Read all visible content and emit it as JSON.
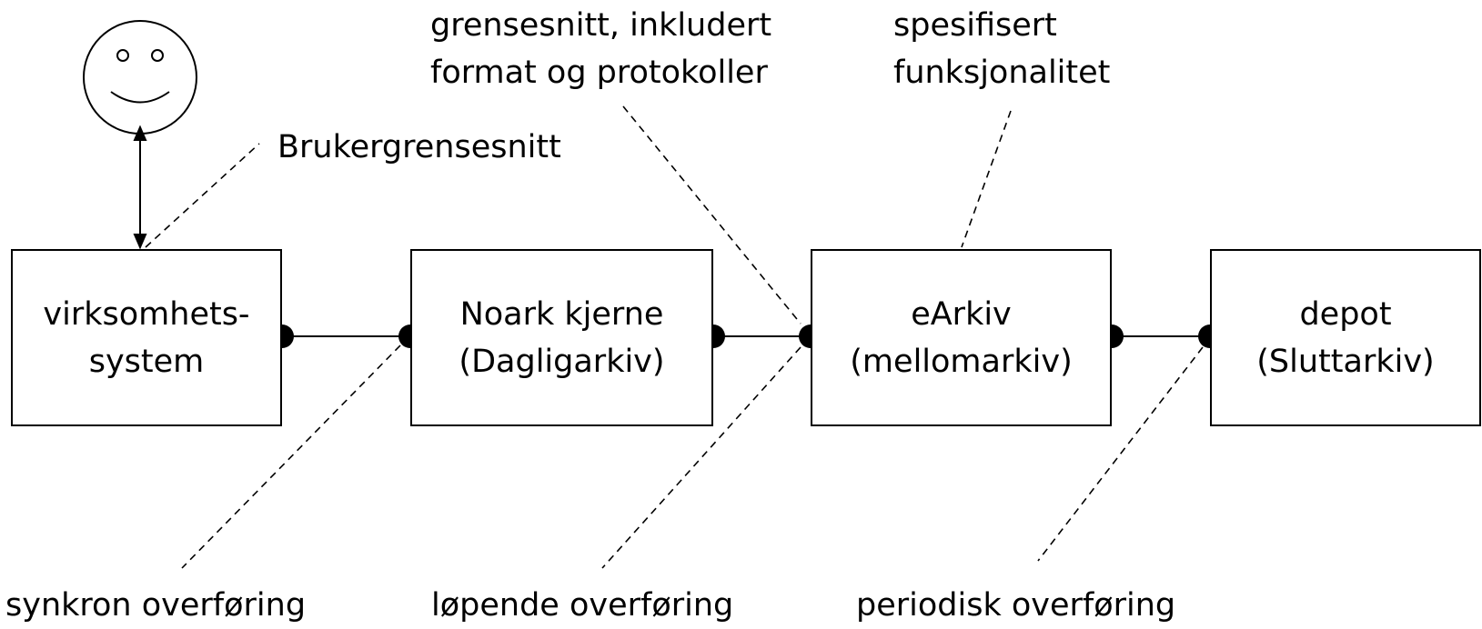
{
  "boxes": [
    {
      "id": "virksomhetssystem",
      "lines": [
        "virksomhets-",
        "system"
      ]
    },
    {
      "id": "noark-kjerne",
      "lines": [
        "Noark kjerne",
        "(Dagligarkiv)"
      ]
    },
    {
      "id": "earkiv",
      "lines": [
        "eArkiv",
        "(mellomarkiv)"
      ]
    },
    {
      "id": "depot",
      "lines": [
        "depot",
        "(Sluttarkiv)"
      ]
    }
  ],
  "labels": {
    "user_interface": "Brukergrensesnitt",
    "interface_top": [
      "grensesnitt, inkludert",
      "format og protokoller"
    ],
    "functionality_top": [
      "spesifisert",
      "funksjonalitet"
    ],
    "sync_transfer": "synkron overføring",
    "continuous_transfer": "løpende overføring",
    "periodic_transfer": "periodisk overføring"
  }
}
